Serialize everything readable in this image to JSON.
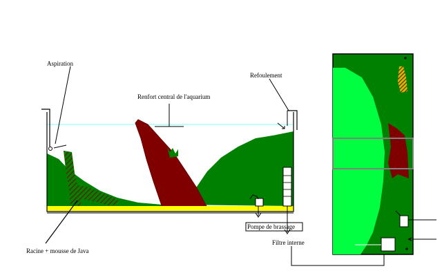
{
  "labels": {
    "aspiration": "Aspiration",
    "refoulement": "Refoulement",
    "renfort": "Renfort central de l'aquarium",
    "racine": "Racine + mousse de Java",
    "pompe": "Pompe de brassage",
    "filtre": "Filtre interne"
  },
  "colors": {
    "plants_dark": "#008000",
    "plants_light": "#00ff40",
    "rock": "#800000",
    "sand": "#ffff00",
    "water_line": "#80ffff",
    "brace": "#808080",
    "outline": "#000000"
  }
}
